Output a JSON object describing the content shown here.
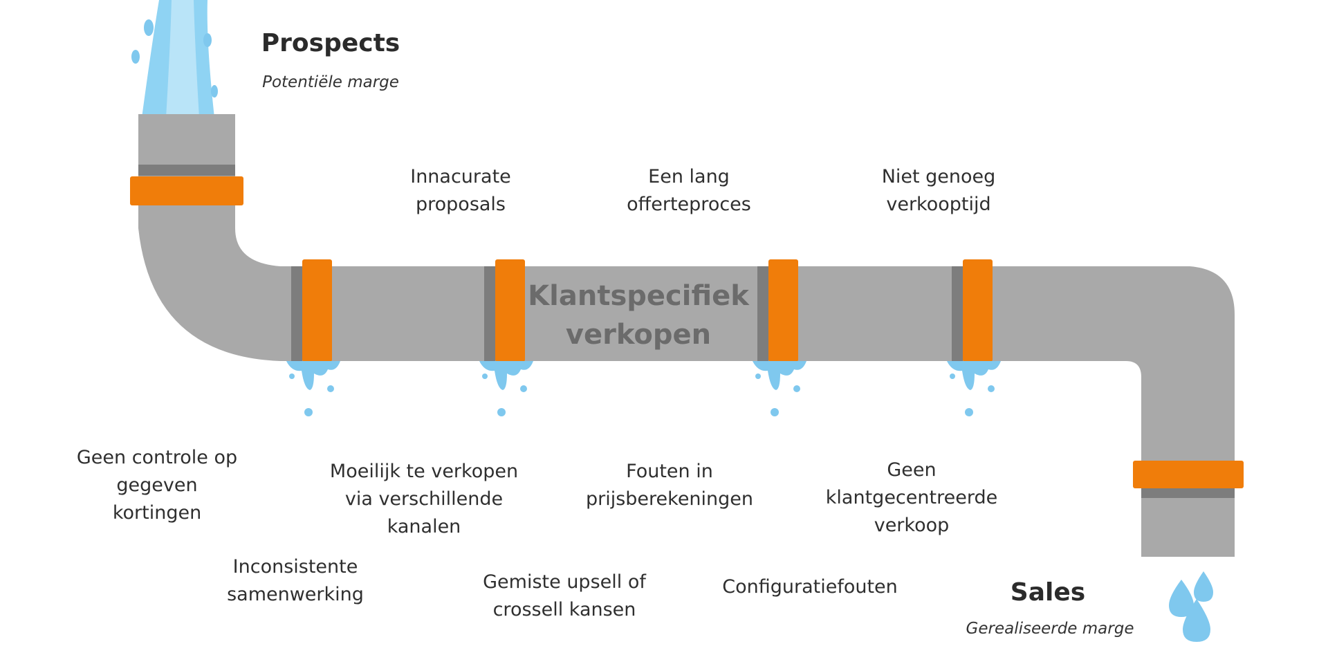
{
  "colors": {
    "pipe": "#a9a9a9",
    "pipe_band": "#7d7d7d",
    "coupling": "#f07d0a",
    "water": "#7fc8ee",
    "water_dark": "#4fb0e4"
  },
  "start": {
    "title": "Prospects",
    "subtitle": "Potentiële marge"
  },
  "end": {
    "title": "Sales",
    "subtitle": "Gerealiseerde marge"
  },
  "pipe_label": [
    "Klantspecifiek",
    "verkopen"
  ],
  "problems_top": [
    [
      "Innacurate",
      "proposals"
    ],
    [
      "Een lang",
      "offerteproces"
    ],
    [
      "Niet genoeg",
      "verkooptijd"
    ]
  ],
  "problems_bottom": [
    [
      "Geen controle op",
      "gegeven",
      "kortingen"
    ],
    [
      "Moeilijk te verkopen",
      "via verschillende",
      "kanalen"
    ],
    [
      "Fouten in",
      "prijsberekeningen"
    ],
    [
      "Geen",
      "klantgecentreerde",
      "verkoop"
    ]
  ],
  "problems_lower": [
    [
      "Inconsistente",
      "samenwerking"
    ],
    [
      "Gemiste upsell of",
      "crossell kansen"
    ],
    [
      "Configuratiefouten"
    ]
  ]
}
